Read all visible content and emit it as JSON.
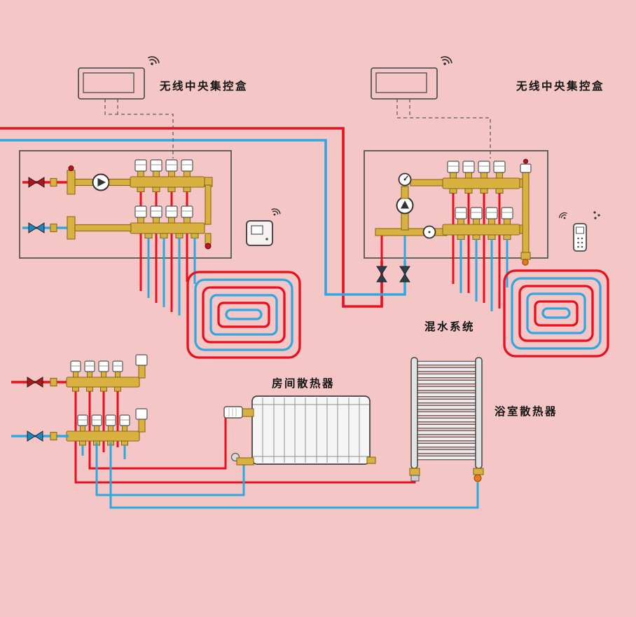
{
  "colors": {
    "background": "#f5c6c6",
    "hot": "#e8101e",
    "cold": "#2fa8e0",
    "brass": "#d9b141",
    "brass_dark": "#8a6a14",
    "label": "#141414"
  },
  "labels": {
    "control_box_left": "无线中央集控盒",
    "control_box_right": "无线中央集控盒",
    "mixing_system": "混水系统",
    "room_radiator": "房间散热器",
    "bathroom_radiator": "浴室散热器"
  },
  "icons": {
    "wifi": "wifi-signal-icon",
    "pump": "circulation-pump-icon",
    "gauge": "pressure-gauge-icon",
    "valve": "shutoff-valve-icon",
    "trv_knob": "thermostatic-valve-icon"
  }
}
